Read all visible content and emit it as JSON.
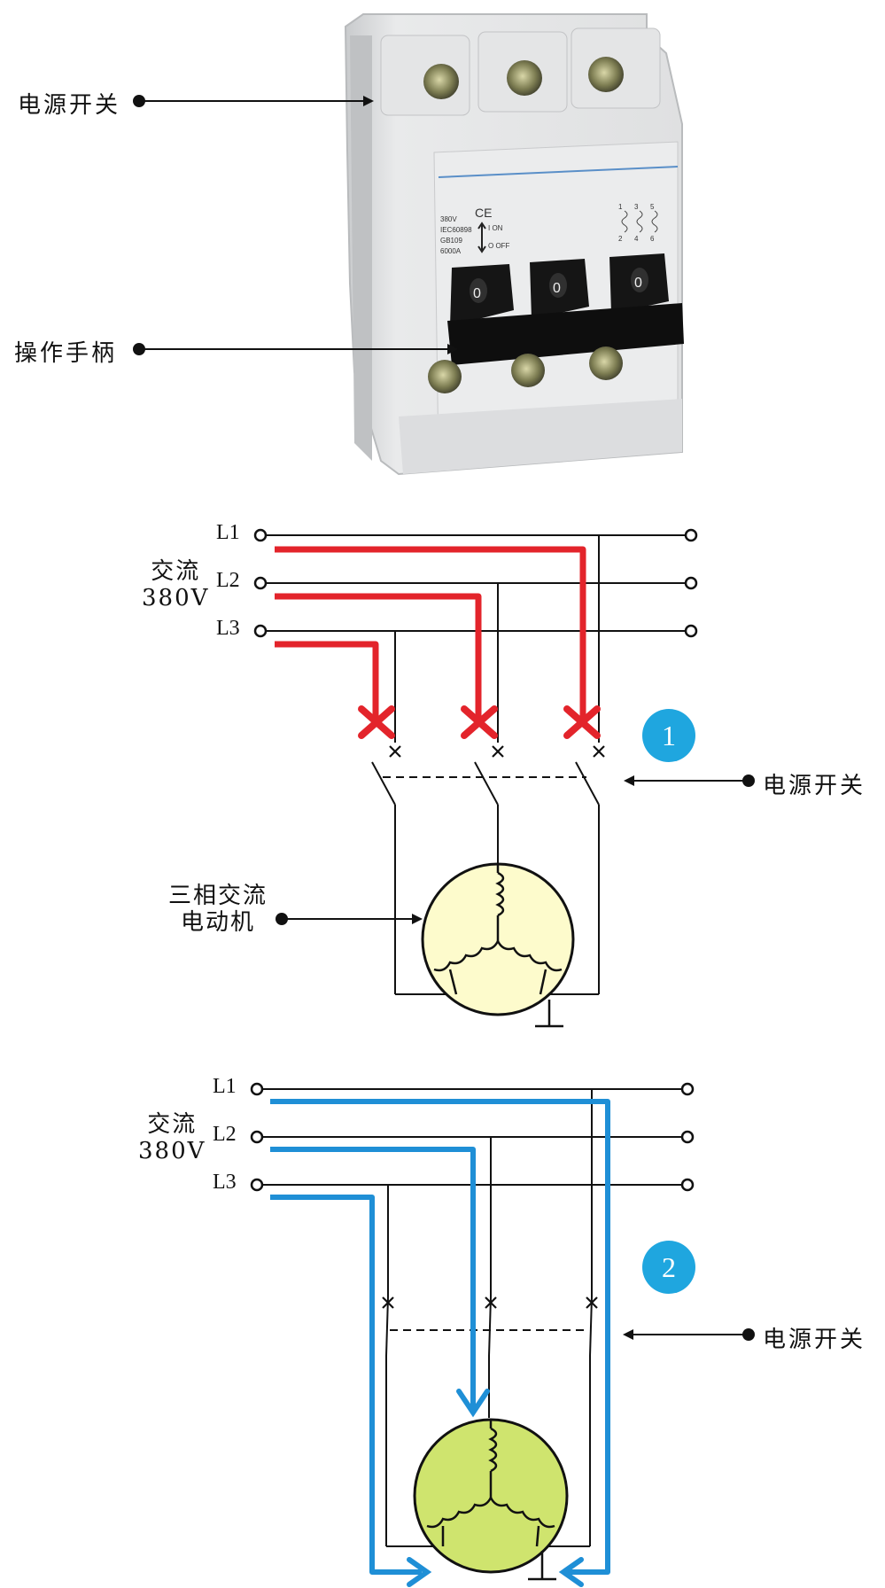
{
  "photo": {
    "label_power_switch": "电源开关",
    "label_handle": "操作手柄",
    "rating_lines": [
      "380V",
      "IEC60898",
      "GB109",
      "6000A"
    ],
    "on_text": "I ON",
    "off_text": "O OFF",
    "ce_mark": "CE",
    "handle_marks": [
      "0",
      "0",
      "0"
    ],
    "pole_marks": [
      "1",
      "3",
      "5",
      "2",
      "4",
      "6"
    ]
  },
  "diagram1": {
    "source_label": "交流",
    "source_voltage": "380V",
    "lines": [
      "L1",
      "L2",
      "L3"
    ],
    "switch_label": "电源开关",
    "motor_label_line1": "三相交流",
    "motor_label_line2": "电动机",
    "step": "1",
    "flow_color": "#e3242b"
  },
  "diagram2": {
    "source_label": "交流",
    "source_voltage": "380V",
    "lines": [
      "L1",
      "L2",
      "L3"
    ],
    "switch_label": "电源开关",
    "step": "2",
    "flow_color": "#1f8fd6"
  },
  "colors": {
    "motor1_fill": "#fdfbcc",
    "motor2_fill": "#cfe46e",
    "badge": "#1fa6df"
  }
}
